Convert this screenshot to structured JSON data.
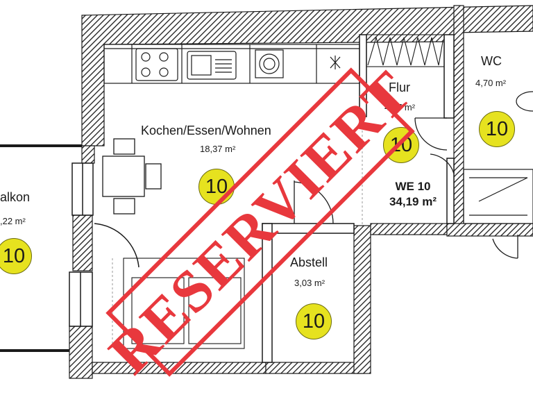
{
  "rooms": {
    "kitchen": {
      "name": "Kochen/Essen/Wohnen",
      "area": "18,37 m²",
      "badge": "10"
    },
    "balcony": {
      "name": "alkon",
      "area": ",22 m²",
      "badge": "10"
    },
    "hall": {
      "name": "Flur",
      "area": "4,87 m²",
      "badge": "10"
    },
    "wc": {
      "name": "WC",
      "area": "4,70 m²",
      "badge": "10"
    },
    "storage": {
      "name": "Abstell",
      "area": "3,03 m²",
      "badge": "10"
    }
  },
  "unit": {
    "name": "WE 10",
    "area": "34,19 m²"
  },
  "stamp": {
    "text": "RESERVIERT",
    "color": "#e8383d"
  },
  "colors": {
    "badge_fill": "#e6e21f",
    "wall_line": "#1a1a1a"
  }
}
